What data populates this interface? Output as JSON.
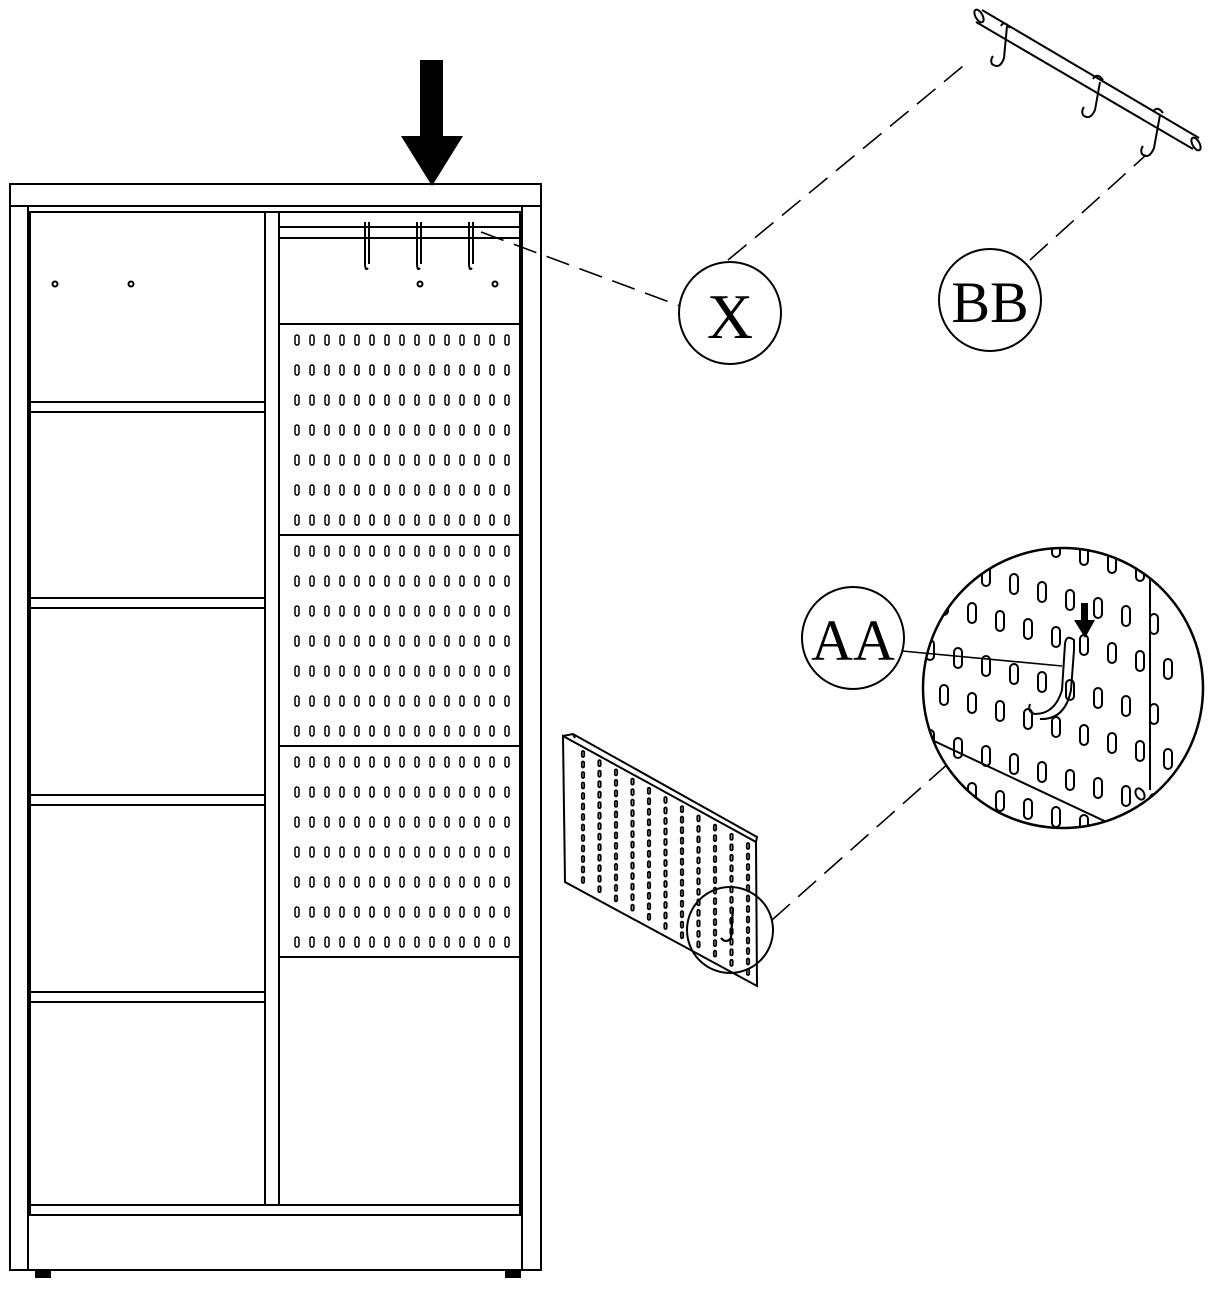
{
  "callouts": {
    "x": "X",
    "bb": "BB",
    "aa": "AA"
  },
  "colors": {
    "ink": "#000000",
    "paper": "#ffffff"
  },
  "icons": {
    "down_arrow": "down-arrow-icon"
  }
}
